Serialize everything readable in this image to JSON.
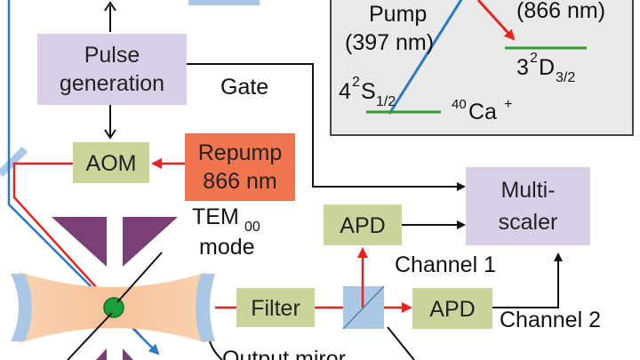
{
  "boxes": {
    "pulse_generation": {
      "line1": "Pulse",
      "line2": "generation"
    },
    "aom": {
      "label": "AOM"
    },
    "repump": {
      "line1": "Repump",
      "line2": "866 nm"
    },
    "multiscaler": {
      "line1": "Multi-",
      "line2": "scaler"
    },
    "apd_top": {
      "label": "APD"
    },
    "apd_right": {
      "label": "APD"
    },
    "filter": {
      "label": "Filter"
    }
  },
  "labels": {
    "gate": "Gate",
    "tem_main": "TEM",
    "tem_sub": "00",
    "tem_mode": "mode",
    "channel1": "Channel 1",
    "channel2": "Channel 2",
    "output_mirror": "Output miror"
  },
  "inset": {
    "pump_line1": "Pump",
    "pump_line2": "(397 nm)",
    "repump_wavelength": "(866 nm)",
    "level_s_main": "4",
    "level_s_sup": "2",
    "level_s_letter": "S",
    "level_s_sub": "1/2",
    "level_d_main": "3",
    "level_d_sup": "2",
    "level_d_letter": "D",
    "level_d_sub": "3/2",
    "ion_sup": "40",
    "ion_main": "Ca",
    "ion_charge": "+"
  },
  "colors": {
    "box_purple": "#d9cfe9",
    "box_green": "#c9d59a",
    "box_orange": "#f0764f",
    "inset_bg": "#eaeaea",
    "laser_red": "#e8231f",
    "laser_blue": "#2a78c8",
    "level_green": "#2ca02c",
    "mirror_blue": "#aac8e6",
    "trap_purple": "#7a3f74",
    "cavity_peach": "#f7c9a3",
    "ion_green": "#19a03a"
  }
}
